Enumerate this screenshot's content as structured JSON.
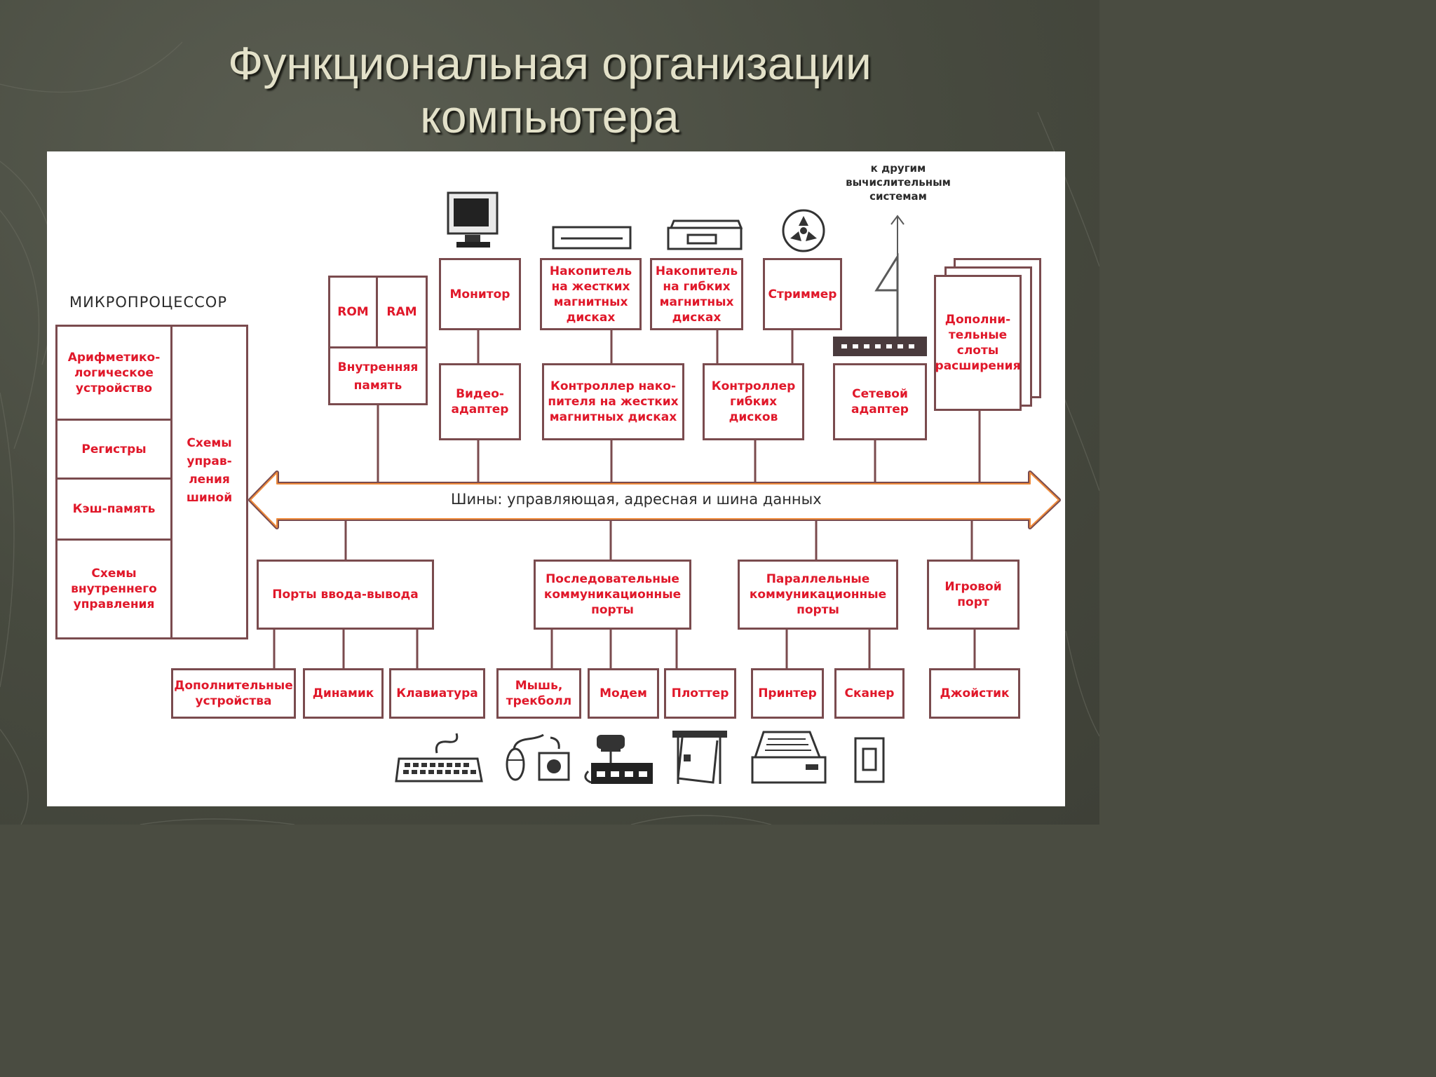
{
  "title": {
    "line1": "Функциональная организации",
    "line2": "компьютера"
  },
  "colors": {
    "background": "#4a4c41",
    "title_text": "#e3e1c9",
    "box_border": "#7a4b4e",
    "box_text": "#e0182a"
  },
  "microprocessor": {
    "heading": "МИКРОПРОЦЕССОР",
    "alu": "Арифметико-логическое устройство",
    "registers": "Регистры",
    "cache": "Кэш-память",
    "internal_control": "Схемы внутреннего управления",
    "bus_control": "Схемы управ-ления шиной"
  },
  "memory": {
    "rom": "ROM",
    "ram": "RAM",
    "label": "Внутренняя память"
  },
  "top_devices": {
    "monitor": "Монитор",
    "hdd": "Накопитель на жестких магнитных дисках",
    "fdd": "Накопитель на гибких магнитных дисках",
    "streamer": "Стриммер",
    "expansion": "Дополни-тельные слоты расширения"
  },
  "controllers": {
    "video": "Видео-адаптер",
    "hdd_ctrl": "Контроллер нако-пителя на жестких магнитных дисках",
    "fdd_ctrl": "Контроллер гибких дисков",
    "network": "Сетевой адаптер"
  },
  "network_label": "к другим вычислительным системам",
  "bus_label": "Шины: управляющая, адресная и шина данных",
  "ports": {
    "io": "Порты ввода-вывода",
    "serial": "Последовательные коммуникационные порты",
    "parallel": "Параллельные коммуникационные порты",
    "game": "Игровой порт"
  },
  "peripherals": {
    "extra": "Дополнительные устройства",
    "speaker": "Динамик",
    "keyboard": "Клавиатура",
    "mouse": "Мышь, трекболл",
    "modem": "Модем",
    "plotter": "Плоттер",
    "printer": "Принтер",
    "scanner": "Сканер",
    "joystick": "Джойстик"
  },
  "icons": [
    "monitor-icon",
    "hdd-icon",
    "fdd-icon",
    "streamer-icon",
    "network-card-icon",
    "keyboard-icon",
    "mouse-icon",
    "modem-icon",
    "plotter-icon",
    "printer-icon",
    "joystick-icon"
  ]
}
